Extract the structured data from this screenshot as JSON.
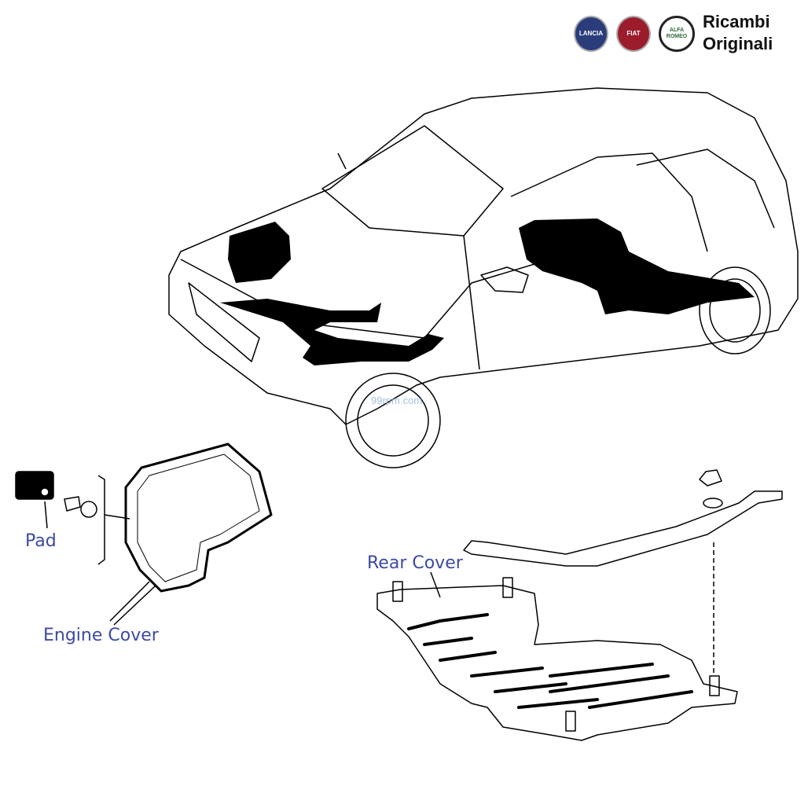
{
  "header": {
    "brand_line1": "Ricambi",
    "brand_line2": "Originali",
    "logos": [
      {
        "name": "lancia-logo",
        "text": "LANCIA",
        "color": "#2a3d7a"
      },
      {
        "name": "fiat-logo",
        "text": "FIAT",
        "color": "#9c1c2c"
      },
      {
        "name": "alfa-romeo-logo",
        "text": "ALFA ROMEO",
        "color": "#2e6b3a"
      }
    ]
  },
  "watermark": "99rpm.com",
  "labels": {
    "pad": "Pad",
    "engine_cover": "Engine Cover",
    "rear_cover": "Rear Cover"
  },
  "colors": {
    "label": "#3c4aa3",
    "line": "#000000"
  }
}
